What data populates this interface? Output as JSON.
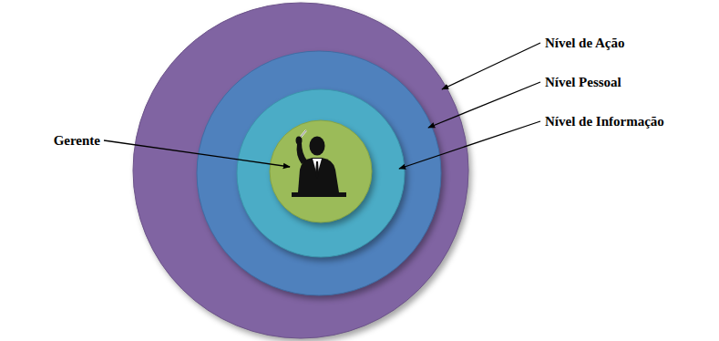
{
  "diagram": {
    "nodes": [
      {
        "text": [
          "Nível de Ação"
        ]
      },
      {
        "text": [
          "Nível Pessoal"
        ],
        "in": 0
      },
      {
        "text": [
          "Nível de Informação"
        ],
        "in": 1
      },
      {
        "text": [
          "Gerente"
        ],
        "in": 2
      }
    ]
  }
}
